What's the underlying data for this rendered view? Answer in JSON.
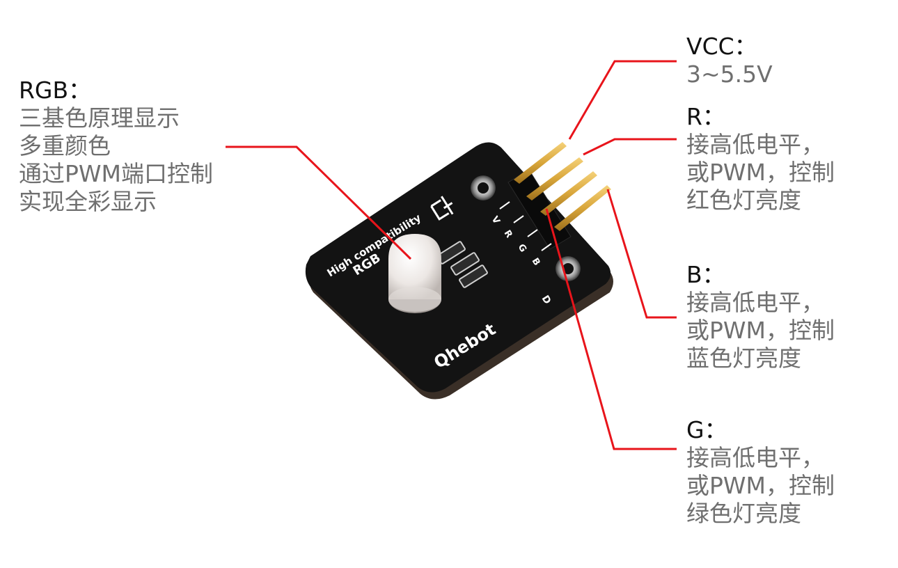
{
  "annotations": {
    "rgb": {
      "title": "RGB：",
      "lines": [
        "三基色原理显示",
        "多重颜色",
        "通过PWM端口控制",
        "实现全彩显示"
      ]
    },
    "vcc": {
      "title": "VCC：",
      "lines": [
        "3~5.5V"
      ]
    },
    "r": {
      "title": "R：",
      "lines": [
        "接高低电平，",
        "或PWM，控制",
        "红色灯亮度"
      ]
    },
    "b": {
      "title": "B：",
      "lines": [
        "接高低电平，",
        "或PWM，控制",
        "蓝色灯亮度"
      ]
    },
    "g": {
      "title": "G：",
      "lines": [
        "接高低电平，",
        "或PWM，控制",
        "绿色灯亮度"
      ]
    }
  },
  "board": {
    "silkscreen_top": "High compatibility",
    "silkscreen_name": "RGB",
    "pin_labels": [
      "V",
      "R",
      "G",
      "B"
    ],
    "pin_label_extra": "D",
    "brand": "Qhebot"
  },
  "colors": {
    "leader_line": "#e8141b",
    "board": "#141414",
    "board_edge": "#2b2622",
    "pin_gold": "#d9a63a",
    "text_title": "#111111",
    "text_body": "#6f6f6f"
  }
}
